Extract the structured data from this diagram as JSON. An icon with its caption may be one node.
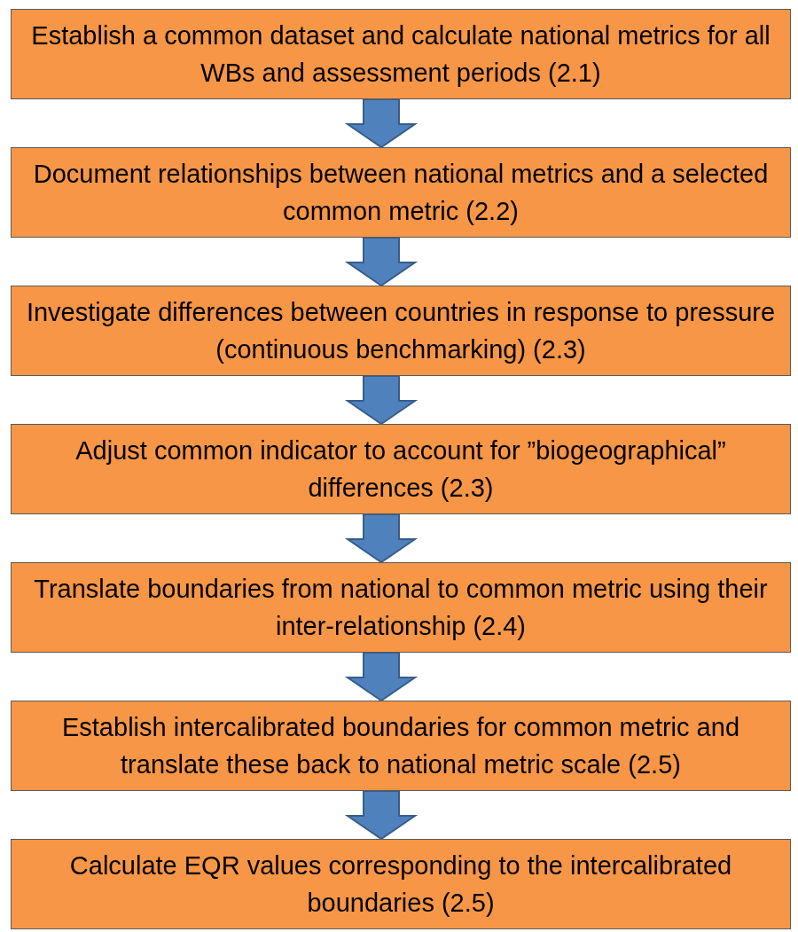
{
  "diagram": {
    "nodes": [
      {
        "text": [
          "Establish a common dataset and calculate national metrics for all WBs and assessment periods (2.1)"
        ]
      },
      {
        "text": [
          "Document relationships between national metrics and a selected common metric (2.2)"
        ]
      },
      {
        "text": [
          "Investigate differences between countries in response to pressure (continuous benchmarking) (2.3)"
        ]
      },
      {
        "text": [
          "Adjust common indicator to account for ”biogeographical” differences (2.3)"
        ]
      },
      {
        "text": [
          "Translate boundaries from national to common metric using their inter-relationship (2.4)"
        ]
      },
      {
        "text": [
          "Establish intercalibrated boundaries for common metric and translate these back to national metric scale (2.5)"
        ]
      },
      {
        "text": [
          "Calculate EQR values corresponding to the intercalibrated boundaries (2.5)"
        ]
      }
    ],
    "edges": [
      {
        "from": 0,
        "to": 1,
        "arrow": "to"
      },
      {
        "from": 1,
        "to": 2,
        "arrow": "to"
      },
      {
        "from": 2,
        "to": 3,
        "arrow": "to"
      },
      {
        "from": 3,
        "to": 4,
        "arrow": "to"
      },
      {
        "from": 4,
        "to": 5,
        "arrow": "to"
      },
      {
        "from": 5,
        "to": 6,
        "arrow": "to"
      }
    ]
  }
}
